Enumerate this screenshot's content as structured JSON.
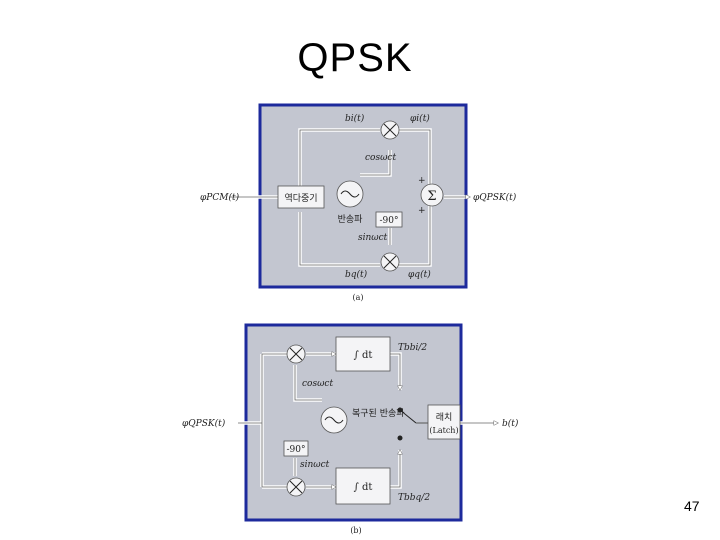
{
  "slide": {
    "title": "QPSK",
    "page_number": "47"
  },
  "diagram_a": {
    "caption": "(a)",
    "input": "φPCM(t)",
    "output": "φQPSK(t)",
    "splitter": "역다중기",
    "oscillator": "반송파",
    "phase_shift": "-90°",
    "cos_label": "cosωct",
    "sin_label": "sinωct",
    "bi_label": "bi(t)",
    "bq_label": "bq(t)",
    "phi_i": "φi(t)",
    "phi_q": "φq(t)",
    "sum_symbol": "Σ",
    "plus": "+"
  },
  "diagram_b": {
    "caption": "(b)",
    "input": "φQPSK(t)",
    "output": "b(t)",
    "oscillator": "복구된 반송파",
    "phase_shift": "-90°",
    "cos_label": "cosωct",
    "sin_label": "sinωct",
    "integrator_top": "∫ dt",
    "integrator_bottom": "∫ dt",
    "tb_bi": "Tbbi/2",
    "tb_bq": "Tbbq/2",
    "latch": "래치",
    "latch_en": "(Latch)"
  }
}
